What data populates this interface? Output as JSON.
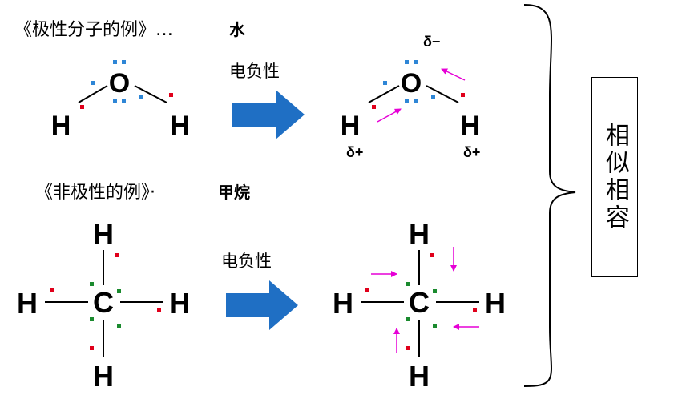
{
  "polar": {
    "heading": "《极性分子的例》…",
    "molecule": "水",
    "arrow_label": "电负性",
    "center_atom": "O",
    "side_atom": "H",
    "delta_minus": "δ−",
    "delta_plus": "δ+"
  },
  "nonpolar": {
    "heading": "《非极性的例》·",
    "molecule": "甲烷",
    "arrow_label": "电负性",
    "center_atom": "C",
    "side_atom": "H"
  },
  "conclusion": "相似相容",
  "colors": {
    "arrow_blue": "#1f6fc4",
    "dot_red": "#e0001b",
    "dot_blue": "#2e86d6",
    "dot_green": "#1a8a2e",
    "shift_arrow": "#e600d6",
    "bond": "#000000"
  }
}
